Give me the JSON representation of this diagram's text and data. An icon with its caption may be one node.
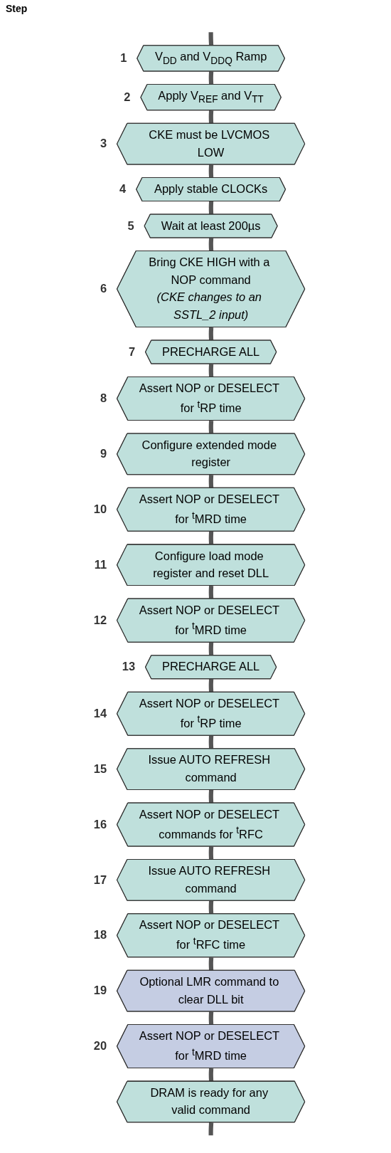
{
  "diagram": {
    "nodes": [
      {
        "text": [
          "V$_{DD}$ and V$_{DDQ}$ Ramp"
        ],
        "beside": [
          "1"
        ]
      },
      {
        "text": [
          "Apply V$_{REF}$ and V$_{TT}$"
        ],
        "beside": [
          "2"
        ]
      },
      {
        "text": [
          "CKE must be LVCMOS LOW"
        ],
        "beside": [
          "3"
        ]
      },
      {
        "text": [
          "Apply stable CLOCKs"
        ],
        "beside": [
          "4"
        ]
      },
      {
        "text": [
          "Wait at least 200µs"
        ],
        "beside": [
          "5"
        ]
      },
      {
        "text": [
          "Bring CKE HIGH with a NOP command",
          "*(CKE changes to an SSTL_2 input)*"
        ],
        "beside": [
          "6"
        ]
      },
      {
        "text": [
          "PRECHARGE ALL"
        ],
        "beside": [
          "7"
        ]
      },
      {
        "text": [
          "Assert NOP or DESELECT for $^{t}$RP time"
        ],
        "beside": [
          "8"
        ]
      },
      {
        "text": [
          "Configure extended mode register"
        ],
        "beside": [
          "9"
        ]
      },
      {
        "text": [
          "Assert NOP or DESELECT for $^{t}$MRD time"
        ],
        "beside": [
          "10"
        ]
      },
      {
        "text": [
          "Configure load mode register and reset DLL"
        ],
        "beside": [
          "11"
        ]
      },
      {
        "text": [
          "Assert NOP or DESELECT for $^{t}$MRD time"
        ],
        "beside": [
          "12"
        ]
      },
      {
        "text": [
          "PRECHARGE ALL"
        ],
        "beside": [
          "13"
        ]
      },
      {
        "text": [
          "Assert NOP or DESELECT for $^{t}$RP time"
        ],
        "beside": [
          "14"
        ]
      },
      {
        "text": [
          "Issue AUTO REFRESH command"
        ],
        "beside": [
          "15"
        ]
      },
      {
        "text": [
          "Assert NOP or DESELECT commands for $^{t}$RFC"
        ],
        "beside": [
          "16"
        ]
      },
      {
        "text": [
          "Issue AUTO REFRESH command"
        ],
        "beside": [
          "17"
        ]
      },
      {
        "text": [
          "Assert NOP or DESELECT for $^{t}$RFC time"
        ],
        "beside": [
          "18"
        ]
      },
      {
        "text": [
          "Optional LMR command to clear DLL bit"
        ],
        "beside": [
          "19"
        ]
      },
      {
        "text": [
          "Assert NOP or DESELECT for $^{t}$MRD time"
        ],
        "beside": [
          "20"
        ]
      },
      {
        "text": [
          "DRAM is ready for any valid command"
        ]
      }
    ],
    "edges": [
      {
        "from": null,
        "to": 0,
        "arrow": "none"
      },
      {
        "from": 0,
        "to": 1,
        "arrow": "none"
      },
      {
        "from": 1,
        "to": 2,
        "arrow": "none"
      },
      {
        "from": 2,
        "to": 3,
        "arrow": "none"
      },
      {
        "from": 3,
        "to": 4,
        "arrow": "none"
      },
      {
        "from": 4,
        "to": 5,
        "arrow": "none"
      },
      {
        "from": 5,
        "to": 6,
        "arrow": "none"
      },
      {
        "from": 6,
        "to": 7,
        "arrow": "none"
      },
      {
        "from": 7,
        "to": 8,
        "arrow": "none"
      },
      {
        "from": 8,
        "to": 9,
        "arrow": "none"
      },
      {
        "from": 9,
        "to": 10,
        "arrow": "none"
      },
      {
        "from": 10,
        "to": 11,
        "arrow": "none"
      },
      {
        "from": 11,
        "to": 12,
        "arrow": "none"
      },
      {
        "from": 12,
        "to": 13,
        "arrow": "none"
      },
      {
        "from": 13,
        "to": 14,
        "arrow": "none"
      },
      {
        "from": 14,
        "to": 15,
        "arrow": "none"
      },
      {
        "from": 15,
        "to": 16,
        "arrow": "none"
      },
      {
        "from": 16,
        "to": 17,
        "arrow": "none"
      },
      {
        "from": 17,
        "to": 18,
        "arrow": "none"
      },
      {
        "from": 18,
        "to": 19,
        "arrow": "none"
      },
      {
        "from": 19,
        "to": 20,
        "arrow": "none"
      },
      {
        "from": 20,
        "to": null,
        "arrow": "none"
      }
    ],
    "labels": [
      "Step"
    ]
  }
}
